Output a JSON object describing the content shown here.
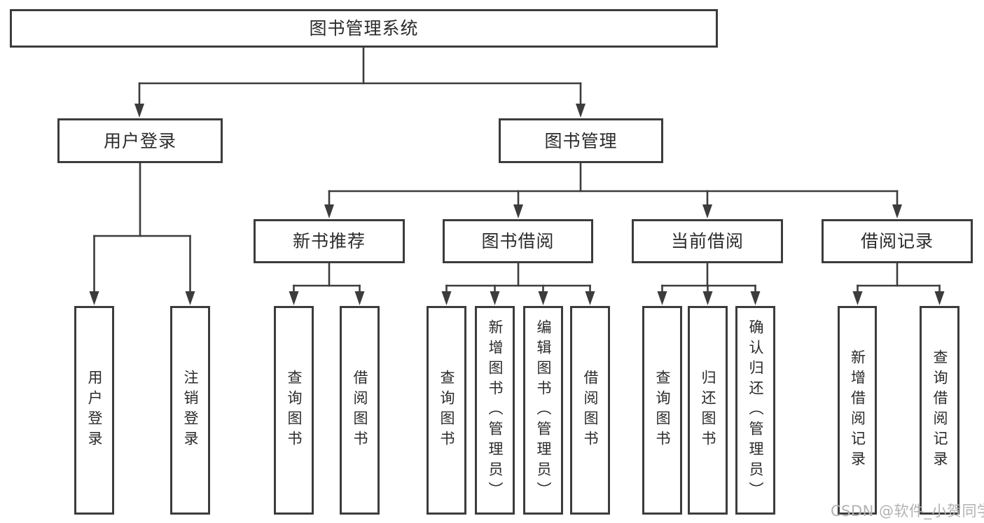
{
  "tree": {
    "root": {
      "label": "图书管理系统"
    },
    "user_login_branch": {
      "label": "用户登录",
      "children": [
        {
          "label": "用户登录"
        },
        {
          "label": "注销登录"
        }
      ]
    },
    "book_mgmt_branch": {
      "label": "图书管理",
      "children": [
        {
          "label": "新书推荐",
          "children": [
            {
              "label": "查询图书"
            },
            {
              "label": "借阅图书"
            }
          ]
        },
        {
          "label": "图书借阅",
          "children": [
            {
              "label": "查询图书"
            },
            {
              "label": "新增图书（管理员）"
            },
            {
              "label": "编辑图书（管理员）"
            },
            {
              "label": "借阅图书"
            }
          ]
        },
        {
          "label": "当前借阅",
          "children": [
            {
              "label": "查询图书"
            },
            {
              "label": "归还图书"
            },
            {
              "label": "确认归还（管理员）"
            }
          ]
        },
        {
          "label": "借阅记录",
          "children": [
            {
              "label": "新增借阅记录"
            },
            {
              "label": "查询借阅记录"
            }
          ]
        }
      ]
    }
  },
  "watermark": "CSDN @软件_小贺同学",
  "colors": {
    "background": "#ffffff",
    "line": "#3c3c3c",
    "box_border": "#3c3c3c",
    "text": "#2b2b2b",
    "watermark": "#b2b2b2"
  }
}
